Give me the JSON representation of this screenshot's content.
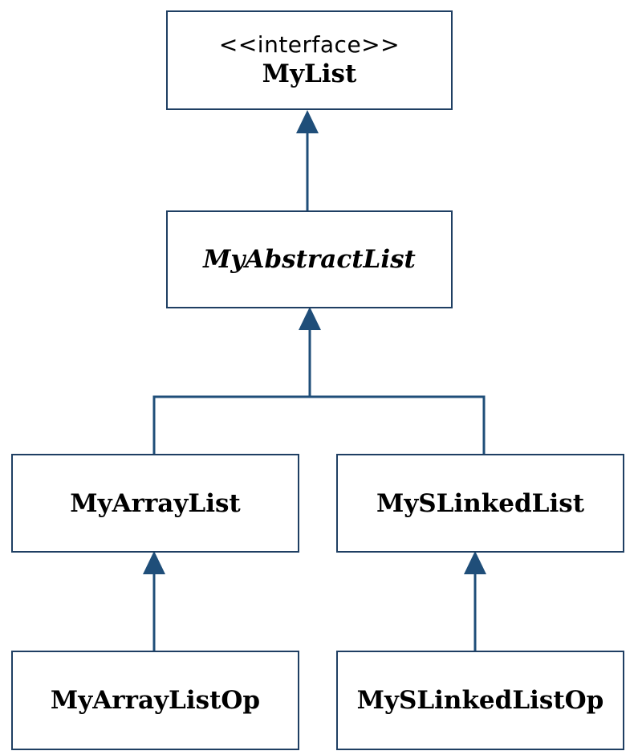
{
  "colors": {
    "line": "#1f4e79",
    "border": "#1f3f63",
    "text": "#000000"
  },
  "nodes": {
    "mylist": {
      "stereotype": "<<interface>>",
      "name": "MyList"
    },
    "abstract": {
      "name": "MyAbstractList"
    },
    "arraylist": {
      "name": "MyArrayList"
    },
    "slinkedlist": {
      "name": "MySLinkedList"
    },
    "arraylistop": {
      "name": "MyArrayListOp"
    },
    "slinkedlistop": {
      "name": "MySLinkedListOp"
    }
  }
}
